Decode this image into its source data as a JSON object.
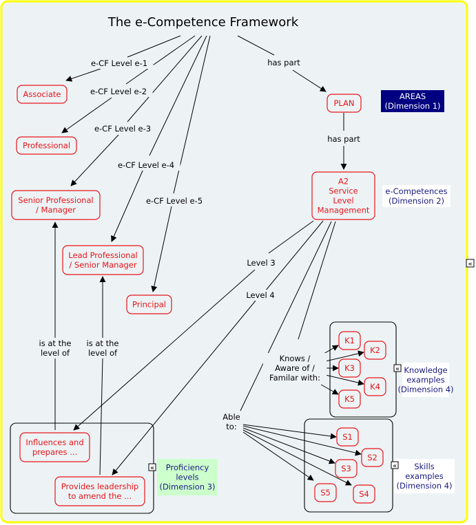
{
  "title": "The e-Competence Framework",
  "colors": {
    "frame_border": "#ffff00",
    "background": "#edf3f5",
    "node_border": "#e8141a",
    "node_text": "#e8141a",
    "annotation_text_dark_blue": "#1a1a80",
    "areas_bg": "#000080",
    "areas_text": "#ffffff",
    "proficiency_bg": "#ccffcc",
    "white_bg": "#ffffff"
  },
  "nodes": {
    "associate": {
      "lines": [
        "Associate"
      ]
    },
    "professional": {
      "lines": [
        "Professional"
      ]
    },
    "senior_professional": {
      "lines": [
        "Senior Professional",
        "/ Manager"
      ]
    },
    "lead_professional": {
      "lines": [
        "Lead Professional",
        "/ Senior Manager"
      ]
    },
    "principal": {
      "lines": [
        "Principal"
      ]
    },
    "plan": {
      "lines": [
        "PLAN"
      ]
    },
    "a2": {
      "lines": [
        "A2",
        "Service",
        "Level",
        "Management"
      ]
    },
    "influences": {
      "lines": [
        "Influences and",
        "prepares ..."
      ]
    },
    "provides": {
      "lines": [
        "Provides leadership",
        "to amend the ..."
      ]
    },
    "k1": {
      "lines": [
        "K1"
      ]
    },
    "k2": {
      "lines": [
        "K2"
      ]
    },
    "k3": {
      "lines": [
        "K3"
      ]
    },
    "k4": {
      "lines": [
        "K4"
      ]
    },
    "k5": {
      "lines": [
        "K5"
      ]
    },
    "s1": {
      "lines": [
        "S1"
      ]
    },
    "s2": {
      "lines": [
        "S2"
      ]
    },
    "s3": {
      "lines": [
        "S3"
      ]
    },
    "s4": {
      "lines": [
        "S4"
      ]
    },
    "s5": {
      "lines": [
        "S5"
      ]
    }
  },
  "edge_labels": {
    "level_e1": [
      "e-CF Level e-1"
    ],
    "level_e2": [
      "e-CF Level e-2"
    ],
    "level_e3": [
      "e-CF Level e-3"
    ],
    "level_e4": [
      "e-CF Level e-4"
    ],
    "level_e5": [
      "e-CF Level e-5"
    ],
    "has_part_1": [
      "has part"
    ],
    "has_part_2": [
      "has part"
    ],
    "level_3": [
      "Level 3"
    ],
    "level_4": [
      "Level 4"
    ],
    "is_at_level_1": [
      "is at the",
      "level of"
    ],
    "is_at_level_2": [
      "is at the",
      "level of"
    ],
    "knows": [
      "Knows /",
      "Aware of /",
      "Familar with:"
    ],
    "able_to": [
      "Able",
      "to:"
    ]
  },
  "annotations": {
    "areas": [
      "AREAS",
      "(Dimension 1)"
    ],
    "e_competences": [
      "e-Competences",
      "(Dimension 2)"
    ],
    "proficiency": [
      "Proficiency",
      "levels",
      "(Dimension 3)"
    ],
    "knowledge": [
      "Knowledge",
      "examples",
      "(Dimension 4)"
    ],
    "skills": [
      "Skills",
      "examples",
      "(Dimension 4)"
    ]
  },
  "icons": {
    "collapse": "«"
  }
}
